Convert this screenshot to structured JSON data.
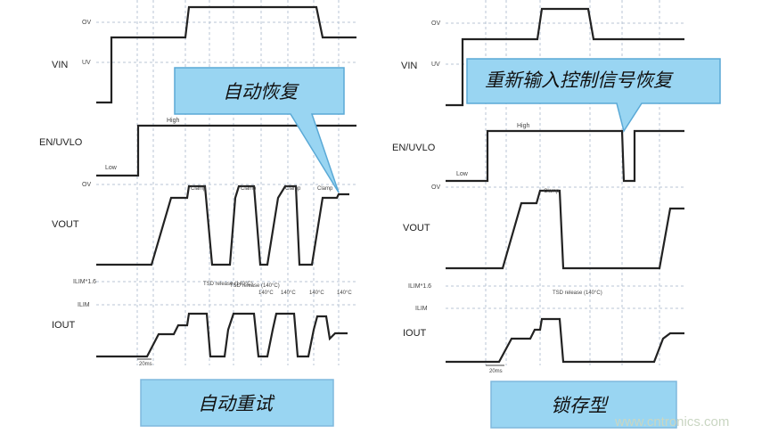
{
  "left_panel": {
    "signals": {
      "vin": "VIN",
      "en_uvlo": "EN/UVLO",
      "vout": "VOUT",
      "iout": "IOUT"
    },
    "levels": {
      "ov": "OV",
      "uv": "UV",
      "high": "High",
      "low": "Low",
      "vout_ov": "OV",
      "ilim16": "ILIM*1.6",
      "ilim": "ILIM"
    },
    "clamp_labels": [
      "Clamp",
      "Clamp",
      "Clamp",
      "Clamp"
    ],
    "tsd_labels": [
      "TSD release (140°C)",
      "TSD release (140°C)",
      "140°C",
      "140°C",
      "140°C",
      "140°C"
    ],
    "time_label": "20ms",
    "callout": "自动恢复",
    "caption": "自动重试"
  },
  "right_panel": {
    "signals": {
      "vin": "VIN",
      "en_uvlo": "EN/UVLO",
      "vout": "VOUT",
      "iout": "IOUT"
    },
    "levels": {
      "ov": "OV",
      "uv": "UV",
      "high": "High",
      "low": "Low",
      "vout_ov": "OV",
      "ilim16": "ILIM*1.6",
      "ilim": "ILIM"
    },
    "clamp_label": "Clamp",
    "tsd_label": "TSD release (140°C)",
    "time_label": "20ms",
    "callout": "重新输入控制信号恢复",
    "caption": "锁存型"
  },
  "watermark": "www.cntronics.com",
  "colors": {
    "callout_fill": "#99d5f2",
    "callout_stroke": "#5aa9d6",
    "caption_fill": "#99d5f2",
    "caption_stroke": "#7fb8dd",
    "wave": "#222222",
    "grid": "#b9c6d6"
  }
}
